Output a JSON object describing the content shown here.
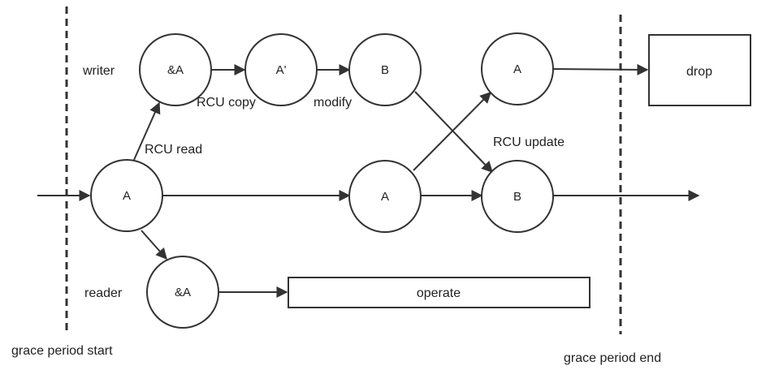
{
  "labels": {
    "writer": "writer",
    "reader": "reader",
    "grace_start": "grace period start",
    "grace_end": "grace period end",
    "rcu_read": "RCU read",
    "rcu_copy": "RCU copy",
    "modify": "modify",
    "rcu_update": "RCU update"
  },
  "nodes": {
    "main_a": "A",
    "writer_ref": "&A",
    "copy": "A'",
    "modified": "B",
    "old_a": "A",
    "new_b": "B",
    "mid_a": "A",
    "reader_ref": "&A"
  },
  "boxes": {
    "drop": "drop",
    "operate": "operate"
  }
}
